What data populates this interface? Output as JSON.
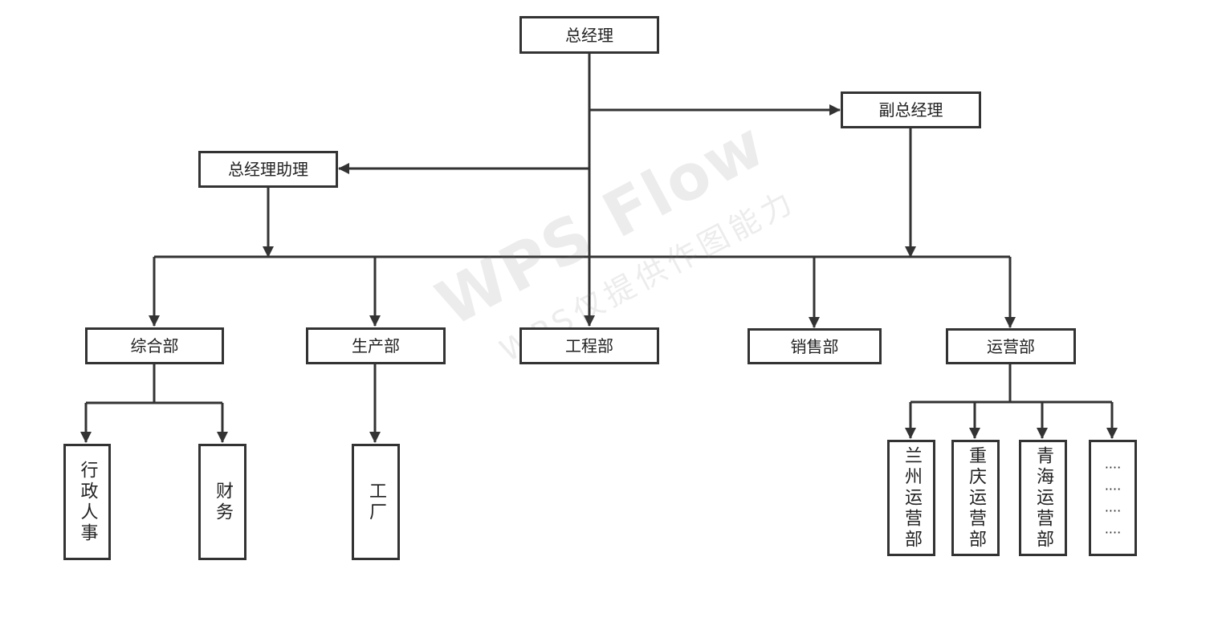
{
  "nodes": {
    "general_manager": "总经理",
    "deputy_general_manager": "副总经理",
    "assistant_general_manager": "总经理助理",
    "general_affairs_dept": "综合部",
    "production_dept": "生产部",
    "engineering_dept": "工程部",
    "sales_dept": "销售部",
    "operations_dept": "运营部",
    "admin_hr": "行政人事",
    "finance": "财务",
    "factory": "工厂",
    "lanzhou_ops": "兰州运营部",
    "chongqing_ops": "重庆运营部",
    "qinghai_ops": "青海运营部",
    "more_ops": "····\n····\n····\n····"
  },
  "watermark": {
    "title": "WPS Flow",
    "subtitle": "WPS仅提供作图能力"
  },
  "colors": {
    "line": "#333333",
    "box_border": "#333333",
    "background": "#ffffff",
    "watermark": "#d9d9d9"
  }
}
